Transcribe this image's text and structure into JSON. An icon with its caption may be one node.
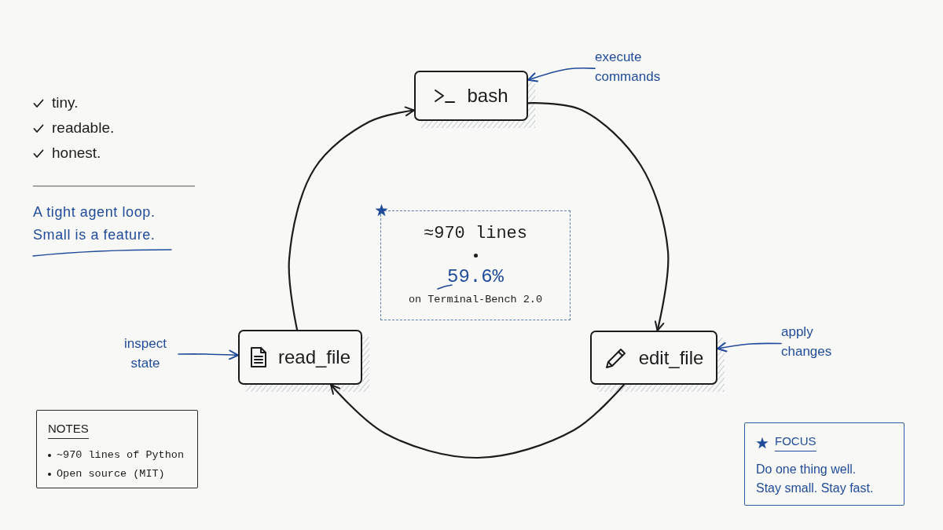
{
  "diagram": {
    "nodes": [
      {
        "text": [
          "bash"
        ]
      },
      {
        "text": [
          "execute commands"
        ]
      },
      {
        "text": [
          "≈970 lines",
          "59.6%",
          "on Terminal-Bench 2.0"
        ]
      },
      {
        "text": [
          "inspect state"
        ]
      },
      {
        "text": [
          "read_file"
        ]
      },
      {
        "text": [
          "edit_file"
        ]
      },
      {
        "text": [
          "apply changes"
        ]
      },
      {
        "text": [
          "NOTES",
          "~970 lines of Python",
          "Open source (MIT)"
        ]
      },
      {
        "text": [
          "FOCUS",
          "Do one thing well. Stay small. Stay fast."
        ]
      }
    ],
    "edges": [
      {
        "from": 0,
        "to": 5,
        "arrow": "to"
      },
      {
        "from": 5,
        "to": 4,
        "arrow": "to"
      },
      {
        "from": 4,
        "to": 0,
        "arrow": "to"
      },
      {
        "from": 1,
        "to": 0,
        "arrow": "to",
        "color": "#1f4b99"
      },
      {
        "from": 3,
        "to": 4,
        "arrow": "to",
        "color": "#1f4b99"
      },
      {
        "from": 6,
        "to": 5,
        "arrow": "to",
        "color": "#1f4b99"
      }
    ],
    "labels": [
      "tiny.",
      "readable.",
      "honest.",
      "A tight agent loop. Small is a feature."
    ]
  }
}
